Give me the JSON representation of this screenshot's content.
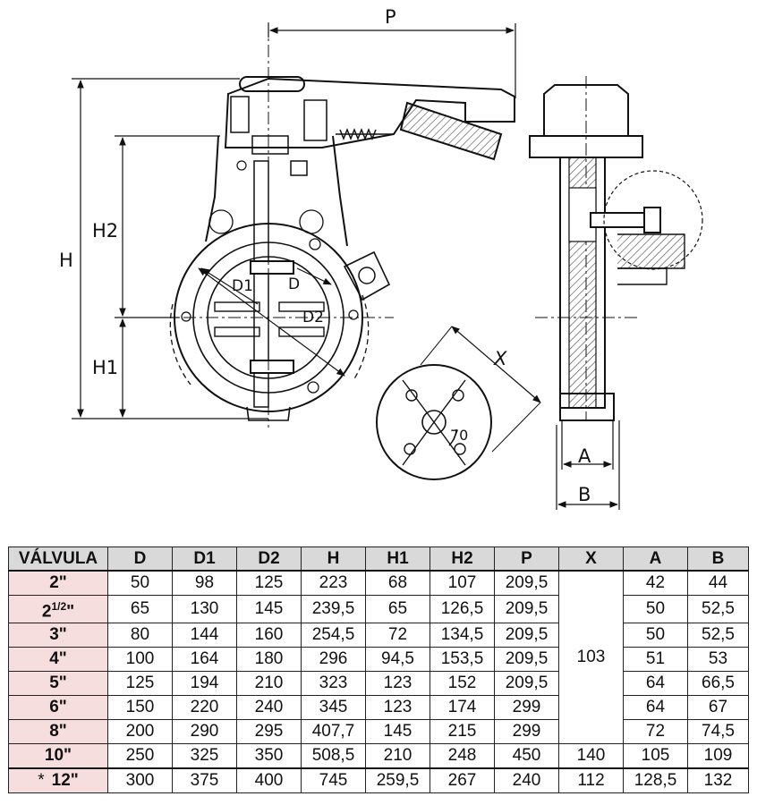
{
  "drawing": {
    "labels": {
      "P": "P",
      "H": "H",
      "H1": "H1",
      "H2": "H2",
      "D": "D",
      "D1": "D1",
      "D2": "D2",
      "X": "X",
      "angle": "70",
      "A": "A",
      "B": "B"
    },
    "colors": {
      "line": "#111111",
      "hatch": "#444444",
      "shade": "#9a9a9a"
    }
  },
  "table": {
    "headers": [
      "VÁLVULA",
      "D",
      "D1",
      "D2",
      "H",
      "H1",
      "H2",
      "P",
      "X",
      "A",
      "B"
    ],
    "rows": [
      {
        "valve": "2\"",
        "D": "50",
        "D1": "98",
        "D2": "125",
        "H": "223",
        "H1": "68",
        "H2": "107",
        "P": "209,5",
        "A": "42",
        "B": "44"
      },
      {
        "valve_main": "2",
        "valve_frac": "1/2",
        "valve_quote": "\"",
        "D": "65",
        "D1": "130",
        "D2": "145",
        "H": "239,5",
        "H1": "65",
        "H2": "126,5",
        "P": "209,5",
        "A": "50",
        "B": "52,5"
      },
      {
        "valve": "3\"",
        "D": "80",
        "D1": "144",
        "D2": "160",
        "H": "254,5",
        "H1": "72",
        "H2": "134,5",
        "P": "209,5",
        "A": "50",
        "B": "52,5"
      },
      {
        "valve": "4\"",
        "D": "100",
        "D1": "164",
        "D2": "180",
        "H": "296",
        "H1": "94,5",
        "H2": "153,5",
        "P": "209,5",
        "A": "51",
        "B": "53"
      },
      {
        "valve": "5\"",
        "D": "125",
        "D1": "194",
        "D2": "210",
        "H": "323",
        "H1": "123",
        "H2": "152",
        "P": "209,5",
        "A": "64",
        "B": "66,5"
      },
      {
        "valve": "6\"",
        "D": "150",
        "D1": "220",
        "D2": "240",
        "H": "345",
        "H1": "123",
        "H2": "174",
        "P": "299",
        "A": "64",
        "B": "67"
      },
      {
        "valve": "8\"",
        "D": "200",
        "D1": "290",
        "D2": "295",
        "H": "407,7",
        "H1": "145",
        "H2": "215",
        "P": "299",
        "A": "72",
        "B": "74,5"
      },
      {
        "valve": "10\"",
        "D": "250",
        "D1": "325",
        "D2": "350",
        "H": "508,5",
        "H1": "210",
        "H2": "248",
        "P": "450",
        "X": "140",
        "A": "105",
        "B": "109"
      },
      {
        "star": "*",
        "valve": "12\"",
        "D": "300",
        "D1": "375",
        "D2": "400",
        "H": "745",
        "H1": "259,5",
        "H2": "267",
        "P": "240",
        "X": "112",
        "A": "128,5",
        "B": "132"
      }
    ],
    "x_merged": "103"
  }
}
